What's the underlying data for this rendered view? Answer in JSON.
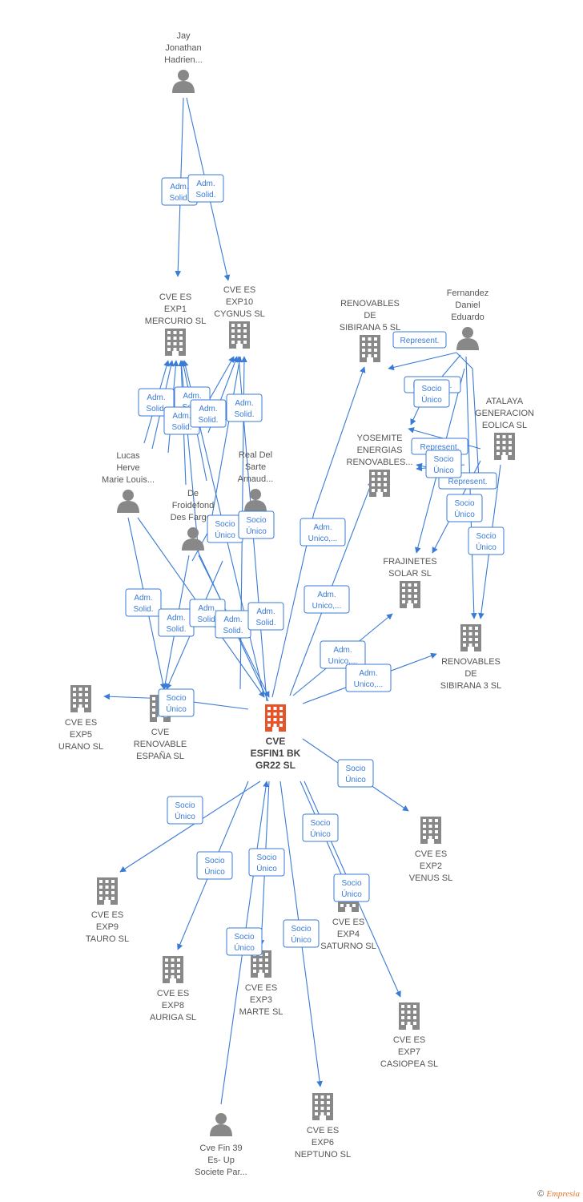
{
  "colors": {
    "edge": "#3a7bd5",
    "node": "#888888",
    "center": "#e8542a"
  },
  "footer": {
    "copyright": "©",
    "brand": "Empresia"
  },
  "nodes": [
    {
      "id": "center",
      "type": "company",
      "center": true,
      "label": [
        "CVE",
        "ESFIN1 BK",
        "GR22  SL"
      ]
    },
    {
      "id": "jay",
      "type": "person",
      "label": [
        "Jay",
        "Jonathan",
        "Hadrien..."
      ]
    },
    {
      "id": "exp1",
      "type": "company",
      "label": [
        "CVE ES",
        "EXP1",
        "MERCURIO  SL"
      ]
    },
    {
      "id": "exp10",
      "type": "company",
      "label": [
        "CVE ES",
        "EXP10",
        "CYGNUS  SL"
      ]
    },
    {
      "id": "ren5",
      "type": "company",
      "label": [
        "RENOVABLES",
        "DE",
        "SIBIRANA 5  SL"
      ]
    },
    {
      "id": "fernandez",
      "type": "person",
      "label": [
        "Fernandez",
        "Daniel",
        "Eduardo"
      ]
    },
    {
      "id": "atalaya",
      "type": "company",
      "label": [
        "ATALAYA",
        "GENERACION",
        "EOLICA  SL"
      ]
    },
    {
      "id": "yosemite",
      "type": "company",
      "label": [
        "YOSEMITE",
        "ENERGIAS",
        "RENOVABLES..."
      ]
    },
    {
      "id": "lucas",
      "type": "person",
      "label": [
        "Lucas",
        "Herve",
        "Marie Louis..."
      ]
    },
    {
      "id": "realdel",
      "type": "person",
      "label": [
        "Real Del",
        "Sarte",
        "Arnaud..."
      ]
    },
    {
      "id": "defroid",
      "type": "person",
      "label": [
        "De",
        "Froidefond",
        "Des Farges"
      ]
    },
    {
      "id": "frajinetes",
      "type": "company",
      "label": [
        "FRAJINETES",
        "SOLAR  SL"
      ]
    },
    {
      "id": "ren3",
      "type": "company",
      "label": [
        "RENOVABLES",
        "DE",
        "SIBIRANA 3  SL"
      ]
    },
    {
      "id": "exp5",
      "type": "company",
      "label": [
        "CVE ES",
        "EXP5",
        "URANO  SL"
      ]
    },
    {
      "id": "renespana",
      "type": "company",
      "label": [
        "CVE",
        "RENOVABLE",
        "ESPAÑA  SL"
      ]
    },
    {
      "id": "exp2",
      "type": "company",
      "label": [
        "CVE ES",
        "EXP2",
        "VENUS  SL"
      ]
    },
    {
      "id": "exp9",
      "type": "company",
      "label": [
        "CVE ES",
        "EXP9",
        "TAURO  SL"
      ]
    },
    {
      "id": "exp4",
      "type": "company",
      "label": [
        "CVE ES",
        "EXP4",
        "SATURNO  SL"
      ]
    },
    {
      "id": "exp8",
      "type": "company",
      "label": [
        "CVE ES",
        "EXP8",
        "AURIGA  SL"
      ]
    },
    {
      "id": "exp3",
      "type": "company",
      "label": [
        "CVE ES",
        "EXP3",
        "MARTE  SL"
      ]
    },
    {
      "id": "exp7",
      "type": "company",
      "label": [
        "CVE ES",
        "EXP7",
        "CASIOPEA  SL"
      ]
    },
    {
      "id": "exp6",
      "type": "company",
      "label": [
        "CVE ES",
        "EXP6",
        "NEPTUNO  SL"
      ]
    },
    {
      "id": "cvefin",
      "type": "person",
      "label": [
        "Cve Fin 39",
        "Es- Up",
        "Societe Par..."
      ]
    }
  ],
  "edge_labels": [
    [
      "Adm.",
      "Solid."
    ],
    [
      "Adm.",
      "Solid."
    ],
    [
      "Adm.",
      "Solid."
    ],
    [
      "Adm.",
      "Solid."
    ],
    [
      "Adm.",
      "Solid."
    ],
    [
      "Adm.",
      "Solid."
    ],
    [
      "Adm.",
      "Solid."
    ],
    [
      "Adm.",
      "Solid."
    ],
    [
      "Adm.",
      "Solid."
    ],
    [
      "Adm.",
      "Solid."
    ],
    [
      "Adm.",
      "Solid."
    ],
    [
      "Adm.",
      "Solid."
    ],
    [
      "Represent."
    ],
    [
      "Represent."
    ],
    [
      "Represent."
    ],
    [
      "Represent."
    ],
    [
      "Socio",
      "Único"
    ],
    [
      "Socio",
      "Único"
    ],
    [
      "Socio",
      "Único"
    ],
    [
      "Socio",
      "Único"
    ],
    [
      "Socio",
      "Único"
    ],
    [
      "Socio",
      "Único"
    ],
    [
      "Socio",
      "Único"
    ],
    [
      "Socio",
      "Único"
    ],
    [
      "Socio",
      "Único"
    ],
    [
      "Socio",
      "Único"
    ],
    [
      "Socio",
      "Único"
    ],
    [
      "Socio",
      "Único"
    ],
    [
      "Socio",
      "Único"
    ],
    [
      "Socio",
      "Único"
    ],
    [
      "Socio",
      "Único"
    ],
    [
      "Adm.",
      "Unico,..."
    ],
    [
      "Adm.",
      "Unico,..."
    ],
    [
      "Adm.",
      "Unico,..."
    ],
    [
      "Adm.",
      "Unico,..."
    ]
  ]
}
